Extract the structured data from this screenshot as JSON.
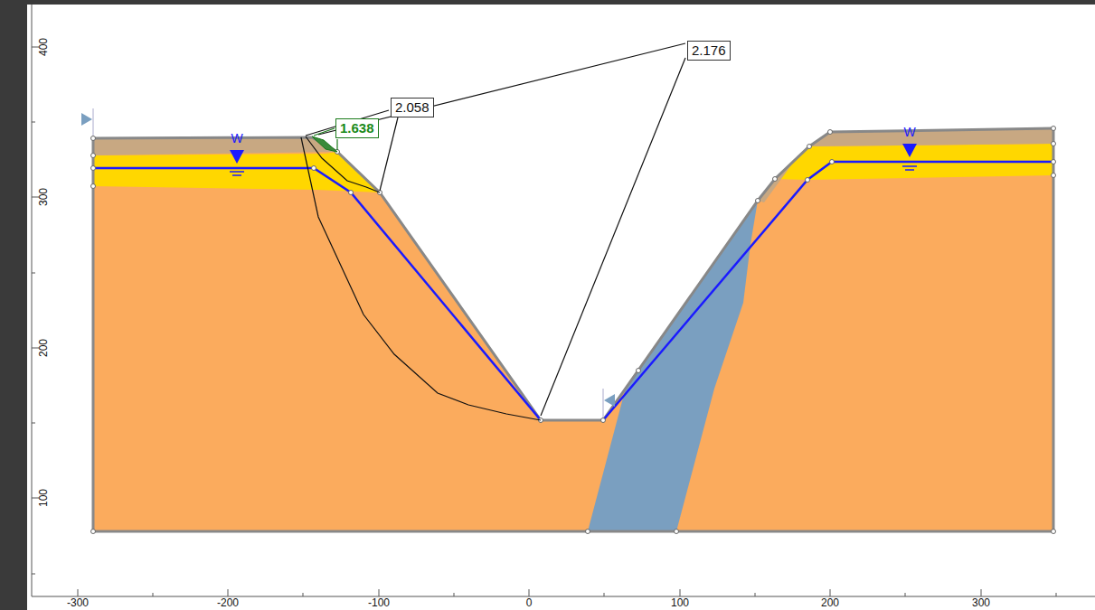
{
  "diagram": {
    "nodes": [
      {
        "text": [
          "2.176"
        ]
      },
      {
        "text": [
          "2.058"
        ]
      },
      {
        "text": [
          "1.638"
        ]
      }
    ],
    "labels": [
      "W",
      "W",
      "400",
      "300",
      "200",
      "100",
      "-300",
      "-200",
      "-100",
      "0",
      "100",
      "200",
      "300"
    ]
  }
}
